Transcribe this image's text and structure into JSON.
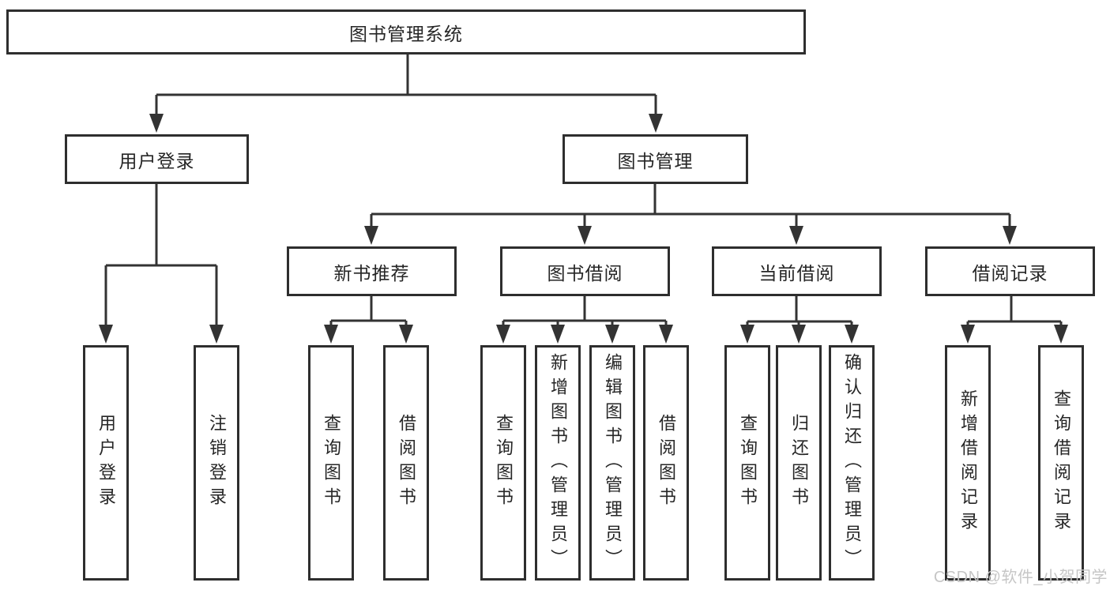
{
  "diagram": {
    "title_hint": "functional structure tree",
    "root": {
      "label": "图书管理系统"
    },
    "branches": [
      {
        "label": "用户登录",
        "children": [
          {
            "label": "用户登录"
          },
          {
            "label": "注销登录"
          }
        ]
      },
      {
        "label": "图书管理",
        "children": [
          {
            "label": "新书推荐",
            "children": [
              {
                "label": "查询图书"
              },
              {
                "label": "借阅图书"
              }
            ]
          },
          {
            "label": "图书借阅",
            "children": [
              {
                "label": "查询图书"
              },
              {
                "label": "新增图书（管理员）"
              },
              {
                "label": "编辑图书（管理员）"
              },
              {
                "label": "借阅图书"
              }
            ]
          },
          {
            "label": "当前借阅",
            "children": [
              {
                "label": "查询图书"
              },
              {
                "label": "归还图书"
              },
              {
                "label": "确认归还（管理员）"
              }
            ]
          },
          {
            "label": "借阅记录",
            "children": [
              {
                "label": "新增借阅记录"
              },
              {
                "label": "查询借阅记录"
              }
            ]
          }
        ]
      }
    ]
  },
  "watermark": {
    "text": "CSDN @软件_小贺同学"
  },
  "colors": {
    "line": "#333333",
    "box_border": "#2e2e2e",
    "text": "#262626",
    "watermark": "#c6c6c6",
    "background": "#ffffff"
  }
}
